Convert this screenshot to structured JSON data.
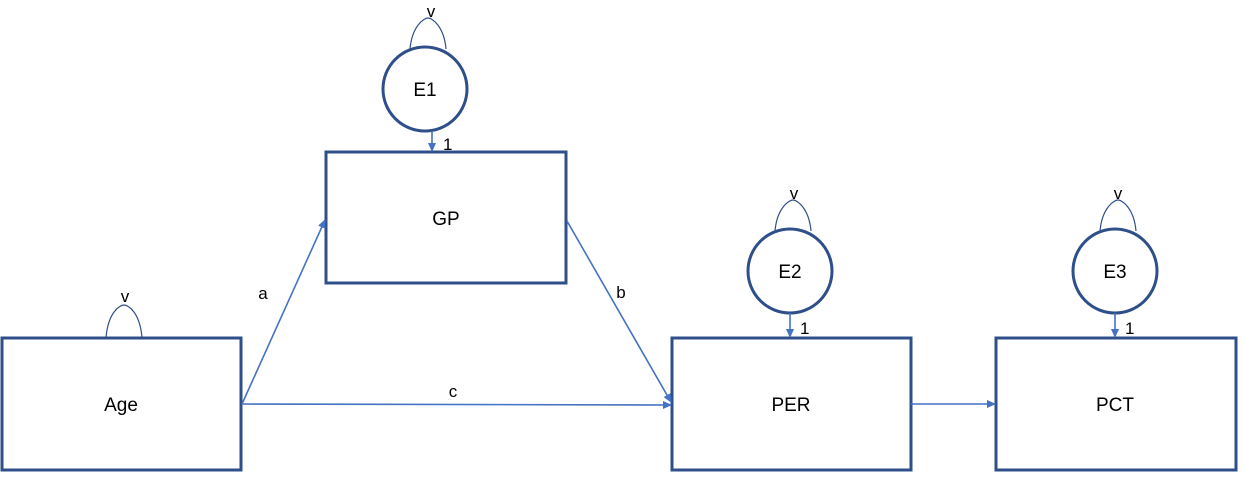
{
  "colors": {
    "box_stroke": "#2F4F8A",
    "arrow": "#4472C4",
    "background": "#FFFFFF",
    "text": "#000000"
  },
  "nodes": {
    "age": "Age",
    "gp": "GP",
    "per": "PER",
    "pct": "PCT"
  },
  "errors": {
    "e1": "E1",
    "e2": "E2",
    "e3": "E3"
  },
  "paths": {
    "a": "a",
    "b": "b",
    "c": "c"
  },
  "loadings": {
    "e1_gp": "1",
    "e2_per": "1",
    "e3_pct": "1"
  },
  "variances": {
    "age": "v",
    "e1": "v",
    "e2": "v",
    "e3": "v"
  }
}
